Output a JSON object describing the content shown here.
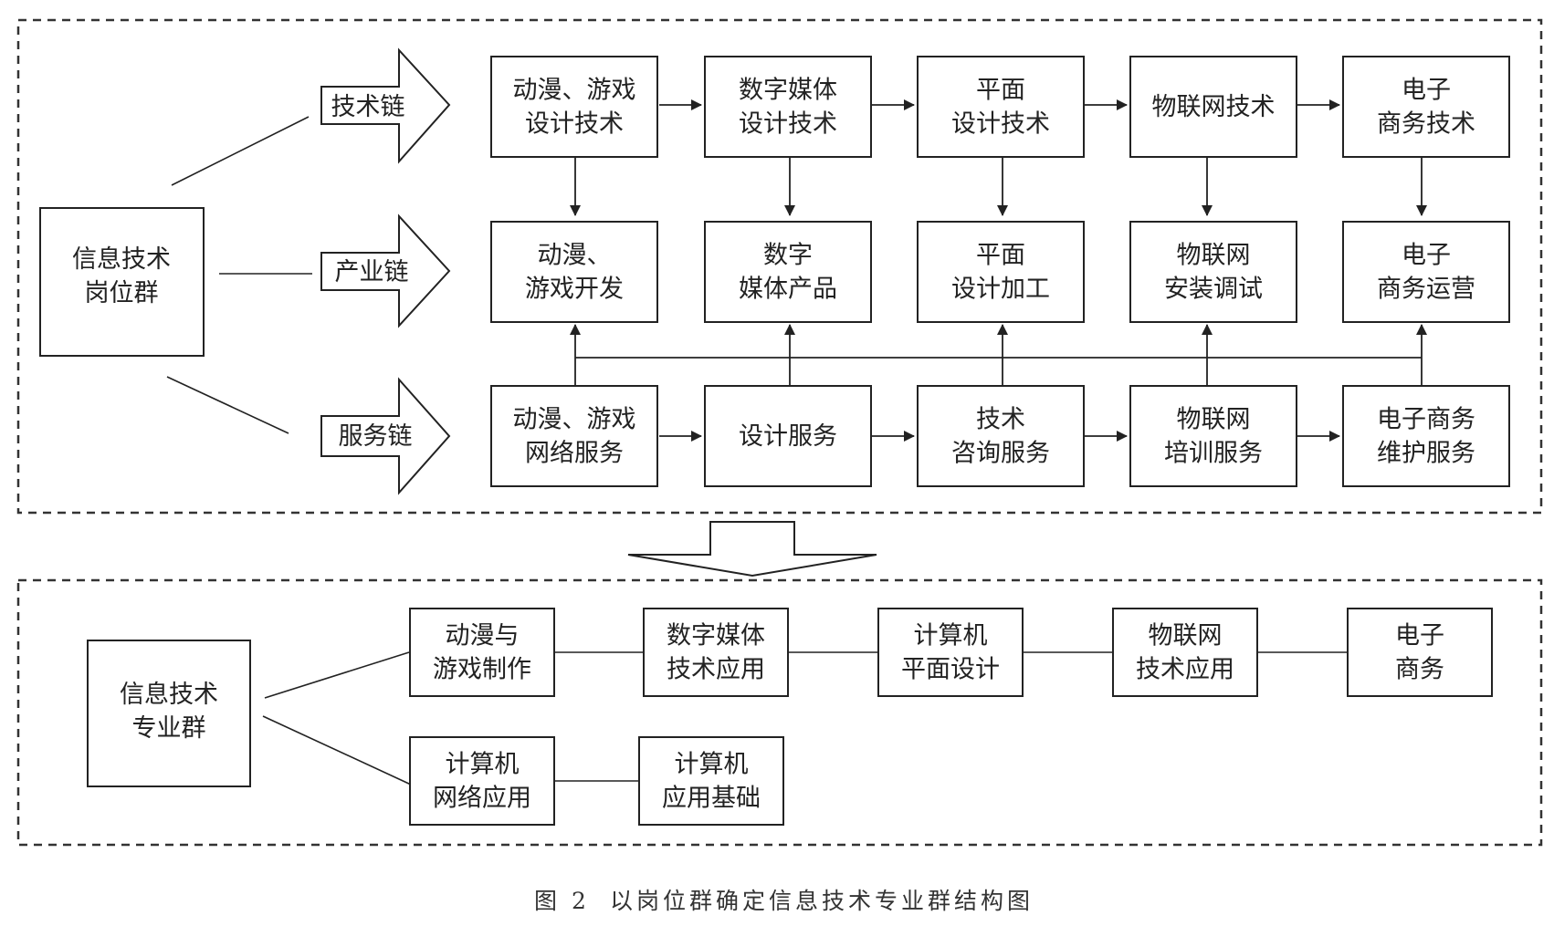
{
  "left": {
    "line1": "信息技术",
    "line2": "岗位群"
  },
  "chains": {
    "tech": "技术链",
    "industry": "产业链",
    "service": "服务链"
  },
  "tech_row": [
    [
      "动漫、游戏",
      "设计技术"
    ],
    [
      "数字媒体",
      "设计技术"
    ],
    [
      "平面",
      "设计技术"
    ],
    [
      "物联网技术"
    ],
    [
      "电子",
      "商务技术"
    ]
  ],
  "industry_row": [
    [
      "动漫、",
      "游戏开发"
    ],
    [
      "数字",
      "媒体产品"
    ],
    [
      "平面",
      "设计加工"
    ],
    [
      "物联网",
      "安装调试"
    ],
    [
      "电子",
      "商务运营"
    ]
  ],
  "service_row": [
    [
      "动漫、游戏",
      "网络服务"
    ],
    [
      "设计服务"
    ],
    [
      "技术",
      "咨询服务"
    ],
    [
      "物联网",
      "培训服务"
    ],
    [
      "电子商务",
      "维护服务"
    ]
  ],
  "major_group": {
    "line1": "信息技术",
    "line2": "专业群"
  },
  "majors_row1": [
    [
      "动漫与",
      "游戏制作"
    ],
    [
      "数字媒体",
      "技术应用"
    ],
    [
      "计算机",
      "平面设计"
    ],
    [
      "物联网",
      "技术应用"
    ],
    [
      "电子",
      "商务"
    ]
  ],
  "majors_row2": [
    [
      "计算机",
      "网络应用"
    ],
    [
      "计算机",
      "应用基础"
    ]
  ],
  "caption": {
    "fig": "图 2",
    "text": "以岗位群确定信息技术专业群结构图"
  }
}
